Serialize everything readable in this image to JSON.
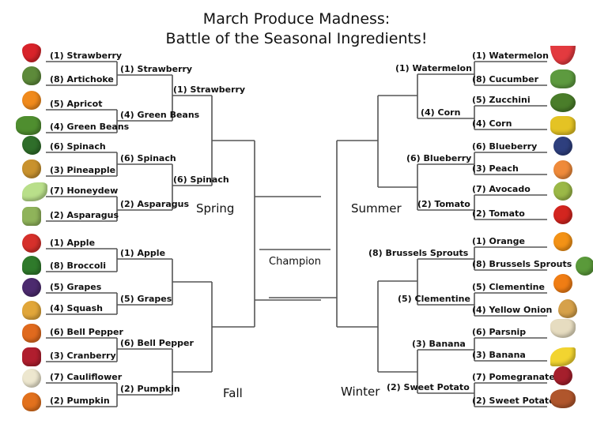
{
  "title_line1": "March Produce Madness:",
  "title_line2": "Battle of the Seasonal Ingredients!",
  "regions": {
    "spring": "Spring",
    "summer": "Summer",
    "fall": "Fall",
    "winter": "Winter",
    "champion": "Champion"
  },
  "left": {
    "r1": [
      "(1) Strawberry",
      "(8) Artichoke",
      "(5) Apricot",
      "(4) Green Beans",
      "(6) Spinach",
      "(3) Pineapple",
      "(7) Honeydew",
      "(2) Asparagus",
      "(1) Apple",
      "(8) Broccoli",
      "(5) Grapes",
      "(4) Squash",
      "(6) Bell Pepper",
      "(3) Cranberry",
      "(7) Cauliflower",
      "(2) Pumpkin"
    ],
    "r2": [
      "(1) Strawberry",
      "(4) Green Beans",
      "(6) Spinach",
      "(2) Asparagus",
      "(1) Apple",
      "(5) Grapes",
      "(6) Bell Pepper",
      "(2) Pumpkin"
    ],
    "r3": [
      "(1) Strawberry",
      "(6) Spinach"
    ]
  },
  "right": {
    "r1": [
      "(1) Watermelon",
      "(8) Cucumber",
      "(5) Zucchini",
      "(4) Corn",
      "(6) Blueberry",
      "(3) Peach",
      "(7) Avocado",
      "(2) Tomato",
      "(1) Orange",
      "(8) Brussels Sprouts",
      "(5) Clementine",
      "(4) Yellow Onion",
      "(6) Parsnip",
      "(3) Banana",
      "(7) Pomegranate",
      "(2) Sweet Potato"
    ],
    "r2": [
      "(1) Watermelon",
      "(4) Corn",
      "(6) Blueberry",
      "(2) Tomato",
      "(8) Brussels Sprouts",
      "(5) Clementine",
      "(3) Banana",
      "(2) Sweet Potato"
    ]
  },
  "icons": {
    "left": [
      "strawberry-icon",
      "artichoke-icon",
      "apricot-icon",
      "green-beans-icon",
      "spinach-icon",
      "pineapple-icon",
      "honeydew-icon",
      "asparagus-icon",
      "apple-icon",
      "broccoli-icon",
      "grapes-icon",
      "squash-icon",
      "bell-pepper-icon",
      "cranberry-icon",
      "cauliflower-icon",
      "pumpkin-icon"
    ],
    "right": [
      "watermelon-icon",
      "cucumber-icon",
      "zucchini-icon",
      "corn-icon",
      "blueberry-icon",
      "peach-icon",
      "avocado-icon",
      "tomato-icon",
      "orange-icon",
      "brussels-sprouts-icon",
      "clementine-icon",
      "yellow-onion-icon",
      "parsnip-icon",
      "banana-icon",
      "pomegranate-icon",
      "sweet-potato-icon"
    ]
  }
}
